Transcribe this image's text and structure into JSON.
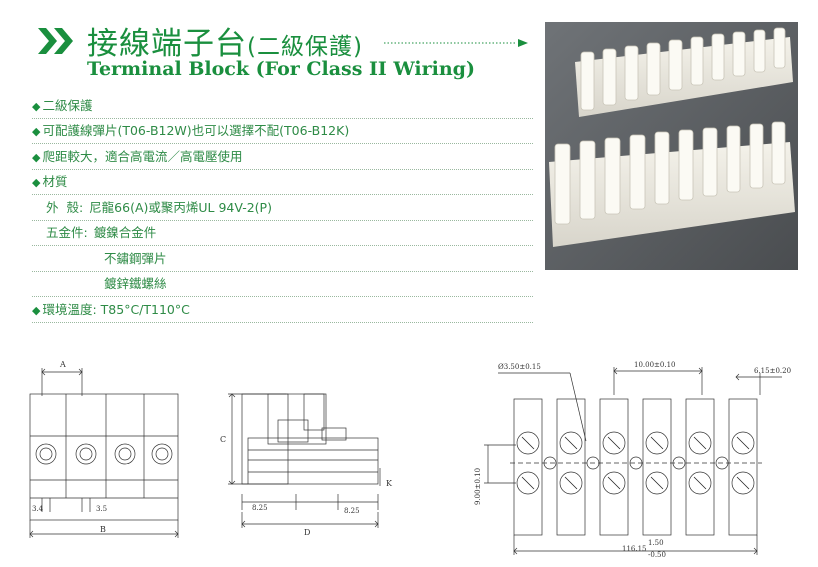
{
  "header": {
    "title_zh": "接線端子台",
    "title_zh_sub": "(二級保護)",
    "title_en": "Terminal Block (For Class II Wiring)"
  },
  "specs": [
    {
      "bullet": "◆",
      "text": "二級保護"
    },
    {
      "bullet": "◆",
      "text": "可配護線彈片(T06-B12W)也可以選擇不配(T06-B12K)"
    },
    {
      "bullet": "◆",
      "text": "爬距較大，適合高電流／高電壓使用"
    },
    {
      "bullet": "◆",
      "text": "材質"
    },
    {
      "key": "外  殼:",
      "text": "尼龍66(A)或聚丙烯UL 94V-2(P)"
    },
    {
      "key": "五金件:",
      "text": "鍍鎳合金件"
    },
    {
      "text": "不鏽鋼彈片"
    },
    {
      "text": "鍍鋅鐵螺絲"
    },
    {
      "bullet": "◆",
      "text": "環境溫度: T85°C/T110°C"
    }
  ],
  "drawing_front": {
    "label_a": "A",
    "label_b": "B",
    "dim1": "3.4",
    "dim2": "3.5"
  },
  "drawing_side": {
    "label_c": "C",
    "label_d": "D",
    "label_k": "K",
    "dim1": "8.25",
    "dim2": "8.25"
  },
  "drawing_top": {
    "hole": "Ø3.50±0.15",
    "pitch": "10.00±0.10",
    "edge": "6.15±0.20",
    "height": "9.00±0.10",
    "length": "116.15",
    "tol_plus": "1.50",
    "tol_minus": "-0.50"
  },
  "colors": {
    "brand_green": "#1a8f3e",
    "text_green": "#2e8b46"
  }
}
